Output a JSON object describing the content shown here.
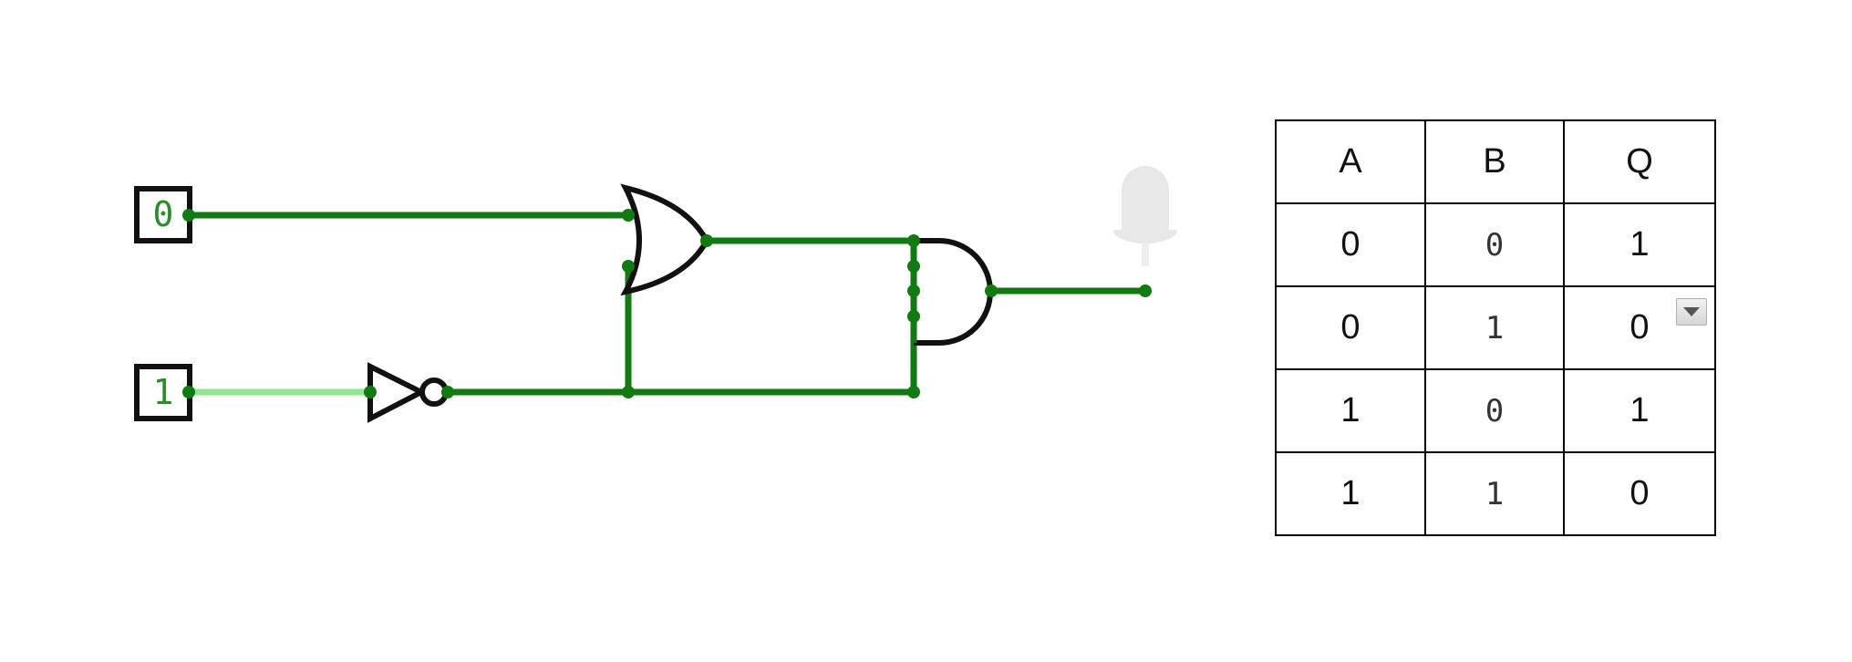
{
  "inputs": {
    "a_value": "0",
    "b_value": "1"
  },
  "colors": {
    "wire_active": "#117a11",
    "wire_light": "#8fe88f",
    "gate_stroke": "#000000",
    "led_off": "#e8e8e8"
  },
  "truth_table": {
    "headers": [
      "A",
      "B",
      "Q"
    ],
    "rows": [
      [
        "0",
        "0",
        "1"
      ],
      [
        "0",
        "1",
        "0"
      ],
      [
        "1",
        "0",
        "1"
      ],
      [
        "1",
        "1",
        "0"
      ]
    ]
  },
  "icons": {
    "dropdown": "chevron-down-icon",
    "output": "led-icon"
  }
}
